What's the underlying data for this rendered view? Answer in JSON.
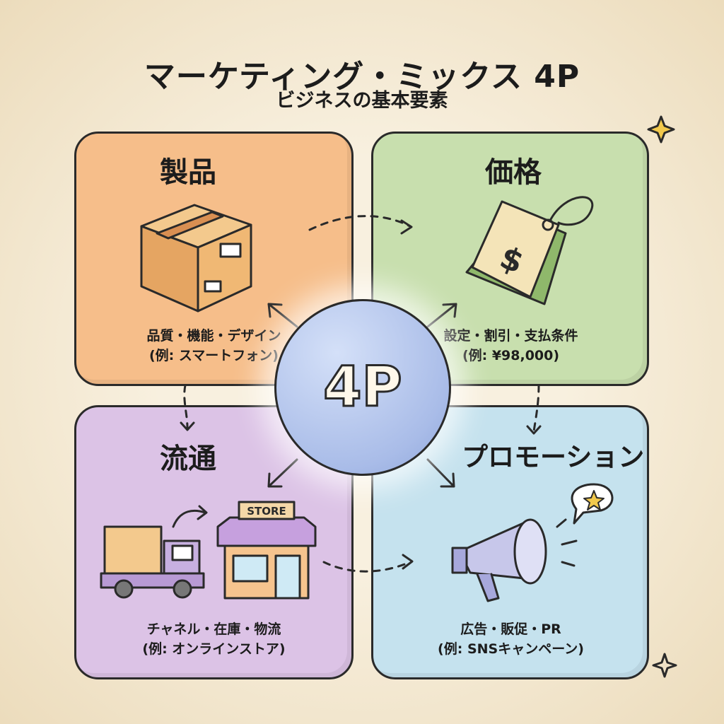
{
  "title": "マーケティング・ミックス 4P",
  "subtitle": "ビジネスの基本要素",
  "center_label": "4P",
  "panels": [
    {
      "name": "製品",
      "desc": "品質・機能・デザイン",
      "example": "(例: スマートフォン)",
      "color": "#f6be8a"
    },
    {
      "name": "価格",
      "desc": "設定・割引・支払条件",
      "example": "(例: ¥98,000)",
      "color": "#c8dfae"
    },
    {
      "name": "流通",
      "desc": "チャネル・在庫・物流",
      "example": "(例: オンラインストア)",
      "color": "#dcc3e6",
      "store_sign": "STORE"
    },
    {
      "name": "プロモーション",
      "desc": "広告・販促・PR",
      "example": "(例: SNSキャンペーン)",
      "color": "#c5e2ee"
    }
  ]
}
